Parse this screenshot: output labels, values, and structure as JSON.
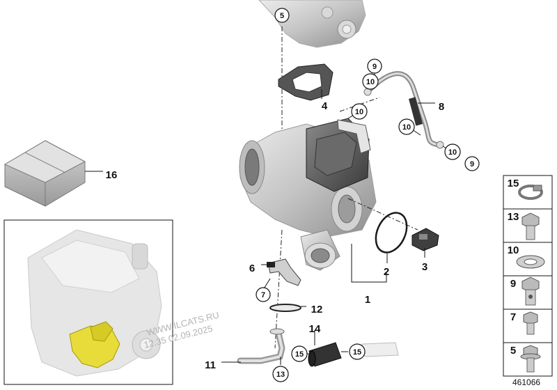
{
  "callouts": [
    {
      "id": "c5",
      "text": "5",
      "circle": true
    },
    {
      "id": "c4",
      "text": "4",
      "circle": false
    },
    {
      "id": "c9a",
      "text": "9",
      "circle": true
    },
    {
      "id": "c10a",
      "text": "10",
      "circle": true
    },
    {
      "id": "c8",
      "text": "8",
      "circle": false
    },
    {
      "id": "c10b",
      "text": "10",
      "circle": true
    },
    {
      "id": "c10c",
      "text": "10",
      "circle": true
    },
    {
      "id": "c10d",
      "text": "10",
      "circle": true
    },
    {
      "id": "c9b",
      "text": "9",
      "circle": true
    },
    {
      "id": "c16",
      "text": "16",
      "circle": false
    },
    {
      "id": "c6",
      "text": "6",
      "circle": false
    },
    {
      "id": "c7",
      "text": "7",
      "circle": true
    },
    {
      "id": "c2",
      "text": "2",
      "circle": false
    },
    {
      "id": "c3",
      "text": "3",
      "circle": false
    },
    {
      "id": "c1",
      "text": "1",
      "circle": false
    },
    {
      "id": "c12",
      "text": "12",
      "circle": false
    },
    {
      "id": "c14",
      "text": "14",
      "circle": false
    },
    {
      "id": "c11",
      "text": "11",
      "circle": false
    },
    {
      "id": "c15a",
      "text": "15",
      "circle": true
    },
    {
      "id": "c15b",
      "text": "15",
      "circle": true
    },
    {
      "id": "c13",
      "text": "13",
      "circle": true
    }
  ],
  "parts_table": [
    {
      "number": "15",
      "part": "hose-clamp"
    },
    {
      "number": "13",
      "part": "hex-bolt"
    },
    {
      "number": "10",
      "part": "sealing-ring"
    },
    {
      "number": "9",
      "part": "banjo-bolt"
    },
    {
      "number": "7",
      "part": "collar-bolt"
    },
    {
      "number": "5",
      "part": "flange-bolt"
    }
  ],
  "watermark": {
    "line1": "WWW.ILCATS.RU",
    "line2": "12.35 02.09.2025"
  },
  "diagram_id": "461066",
  "colors": {
    "line": "#1a1a1a",
    "part_grey": "#cfcfcf",
    "part_dark": "#5e5e5e",
    "highlight": "#e7dc3a"
  }
}
